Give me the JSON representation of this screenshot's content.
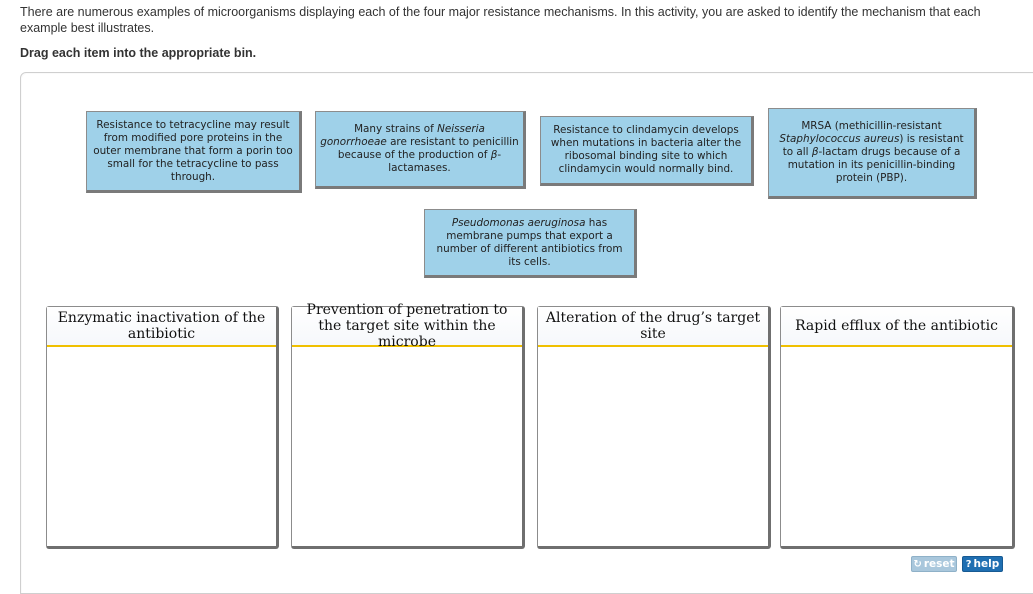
{
  "intro_text": "There are numerous examples of microorganisms displaying each of the four major resistance mechanisms. In this activity, you are asked to identify the mechanism that each example best illustrates.",
  "instruction_text": "Drag each item into the appropriate bin.",
  "cards": [
    {
      "parts": [
        {
          "text": "Resistance to tetracycline may result from modified pore proteins in the outer membrane that form a porin too small for the tetracycline to pass through."
        }
      ]
    },
    {
      "parts": [
        {
          "text": "Many strains of "
        },
        {
          "text": "Neisseria gonorrhoeae",
          "italic": true
        },
        {
          "text": " are resistant to penicillin because of the production of "
        },
        {
          "text": "β",
          "italic": true
        },
        {
          "text": "-lactamases."
        }
      ]
    },
    {
      "parts": [
        {
          "text": "Resistance to clindamycin develops when mutations in bacteria alter the ribosomal binding site to which clindamycin would normally bind."
        }
      ]
    },
    {
      "parts": [
        {
          "text": "MRSA (methicillin-resistant "
        },
        {
          "text": "Staphylococcus aureus",
          "italic": true
        },
        {
          "text": ") is resistant to all "
        },
        {
          "text": "β",
          "italic": true
        },
        {
          "text": "-lactam drugs because of a mutation in its penicillin-binding protein (PBP)."
        }
      ]
    },
    {
      "parts": [
        {
          "text": "Pseudomonas aeruginosa",
          "italic": true
        },
        {
          "text": " has membrane pumps that export a number of different antibiotics from its cells."
        }
      ]
    }
  ],
  "bins": [
    {
      "label": "Enzymatic inactivation of the antibiotic"
    },
    {
      "label": "Prevention of penetration to the target site within the microbe"
    },
    {
      "label": "Alteration of the drug’s target site"
    },
    {
      "label": "Rapid efflux of the antibiotic"
    }
  ],
  "buttons": {
    "reset_label": "reset",
    "help_label": "help",
    "reset_icon": "refresh-icon",
    "help_icon": "question-icon"
  },
  "colors": {
    "card_bg": "#9fd1e9",
    "bin_header_underline": "#f0c000",
    "help_button": "#1f6fb2",
    "reset_button": "#a9c7dc"
  }
}
